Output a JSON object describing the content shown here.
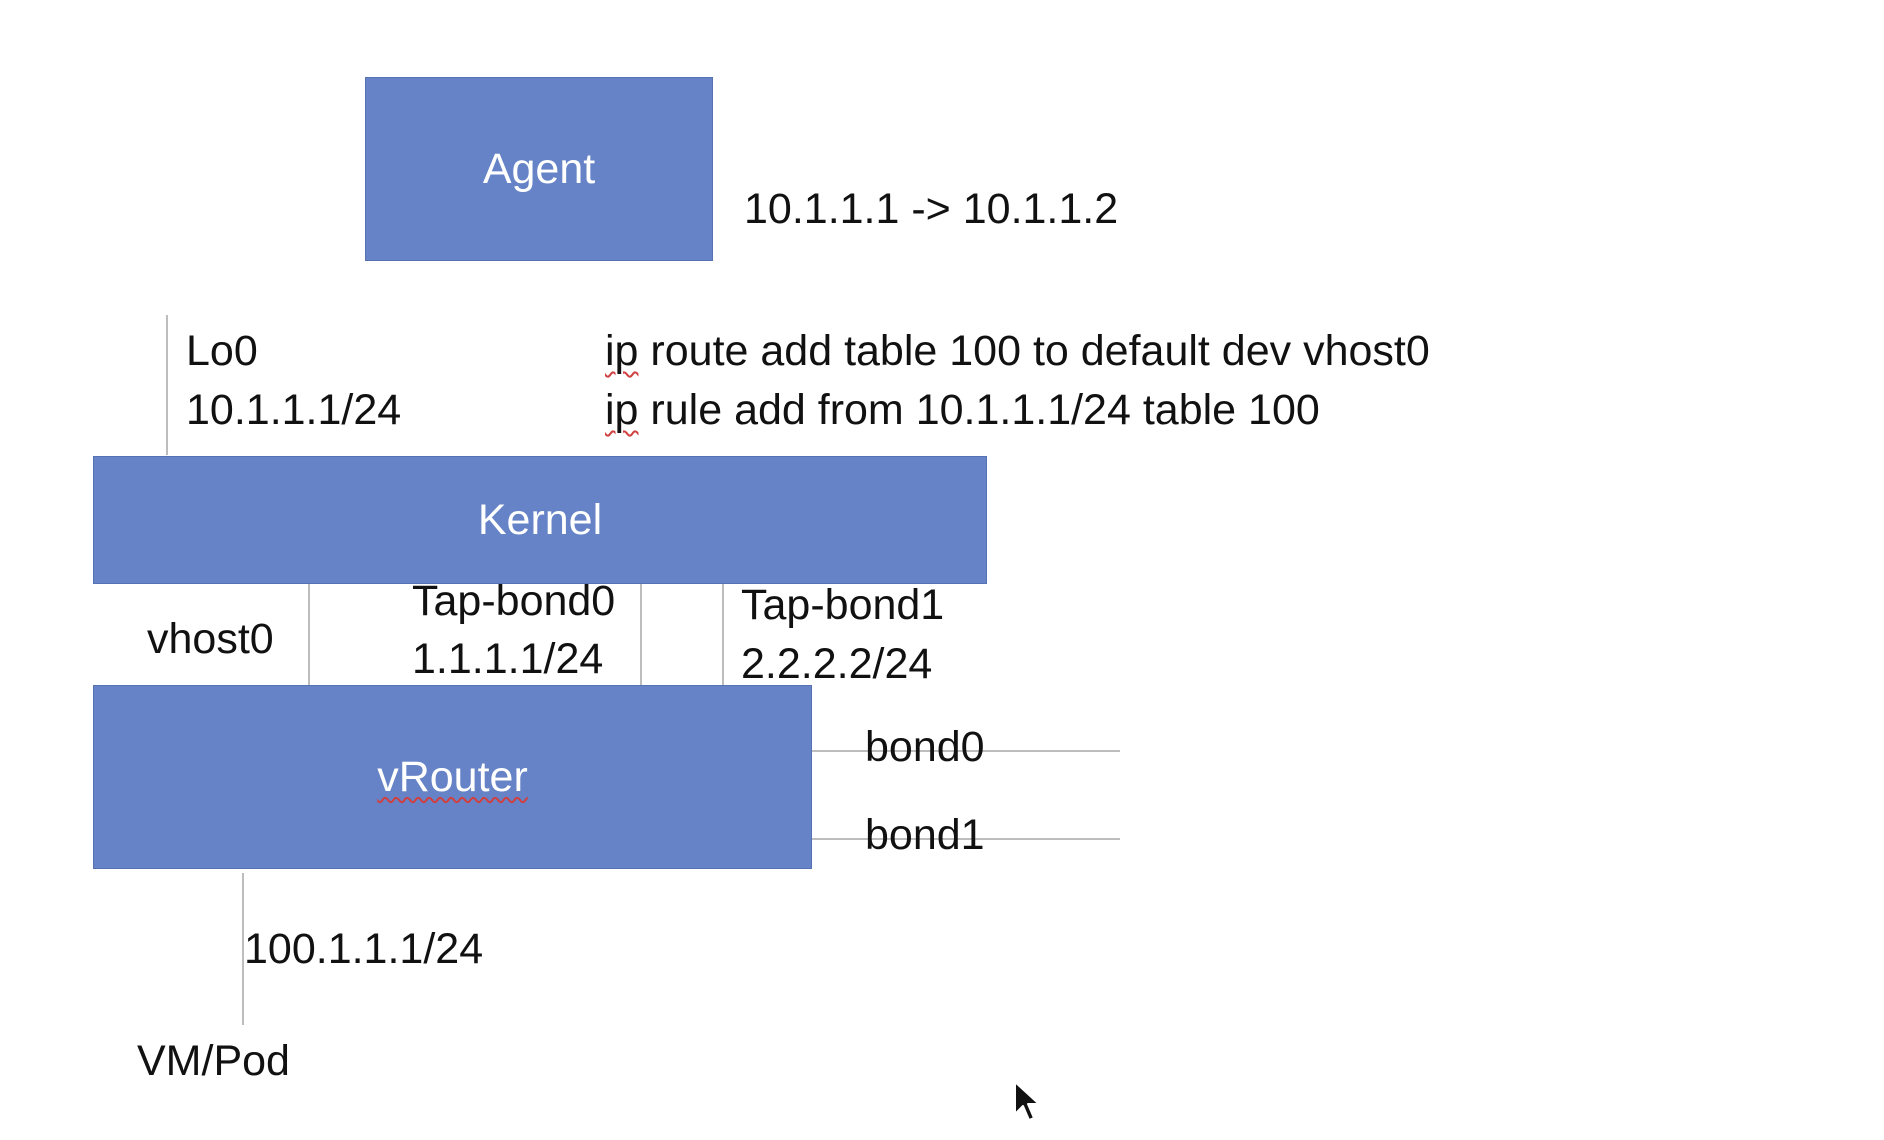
{
  "boxes": {
    "agent": "Agent",
    "kernel": "Kernel",
    "vrouter": "vRouter"
  },
  "labels": {
    "agent_flow": "10.1.1.1 -> 10.1.1.2",
    "lo0_name": "Lo0",
    "lo0_ip": "10.1.1.1/24",
    "route_cmd": {
      "word": "ip",
      "rest": " route add table 100 to default dev vhost0"
    },
    "rule_cmd": {
      "word": "ip",
      "rest": " rule add from 10.1.1.1/24 table 100"
    },
    "vhost0": "vhost0",
    "tap_bond0_name": "Tap-bond0",
    "tap_bond0_ip": "1.1.1.1/24",
    "tap_bond1_name": "Tap-bond1",
    "tap_bond1_ip": "2.2.2.2/24",
    "bond0": "bond0",
    "bond1": "bond1",
    "vm_ip": "100.1.1.1/24",
    "vm_pod": "VM/Pod"
  },
  "colors": {
    "box_fill": "#6583c6",
    "box_text": "#ffffff",
    "line": "#bdbdbd",
    "spellcheck": "#d04040"
  },
  "icons": {
    "cursor": "mouse-pointer-icon"
  }
}
